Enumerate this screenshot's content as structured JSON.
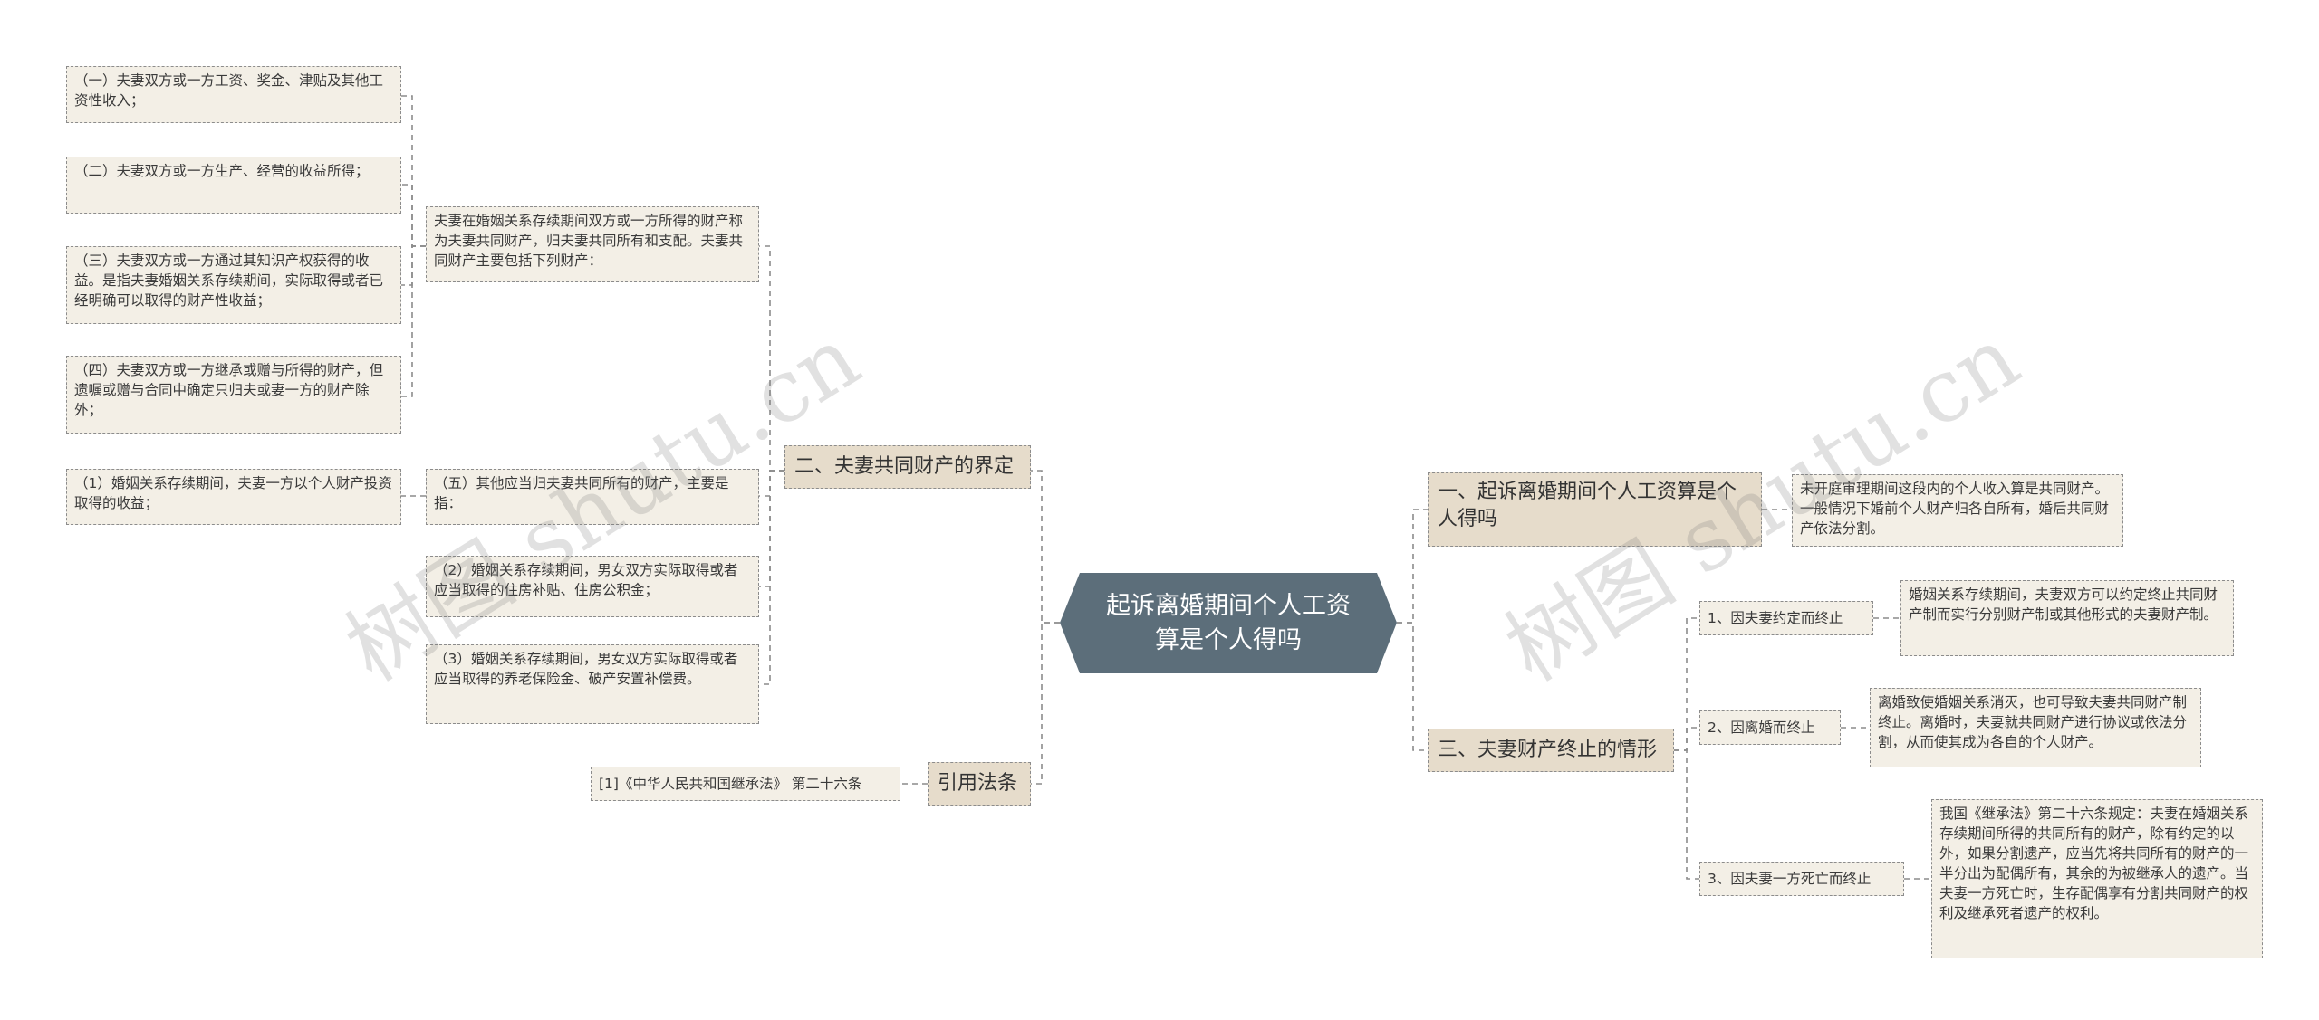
{
  "root": {
    "title": "起诉离婚期间个人工资算是个人得吗"
  },
  "watermarks": [
    "树图 shutu.cn",
    "树图 shutu.cn"
  ],
  "left": {
    "branch2": {
      "label": "二、夫妻共同财产的界定",
      "intro": "夫妻在婚姻关系存续期间双方或一方所得的财产称为夫妻共同财产，归夫妻共同所有和支配。夫妻共同财产主要包括下列财产：",
      "items": [
        "（一）夫妻双方或一方工资、奖金、津贴及其他工资性收入；",
        "（二）夫妻双方或一方生产、经营的收益所得；",
        "（三）夫妻双方或一方通过其知识产权获得的收益。是指夫妻婚姻关系存续期间，实际取得或者已经明确可以取得的财产性收益；",
        "（四）夫妻双方或一方继承或赠与所得的财产，但遗嘱或赠与合同中确定只归夫或妻一方的财产除外；"
      ],
      "item5": "（五）其他应当归夫妻共同所有的财产，主要是指：",
      "item5_sub": "（1）婚姻关系存续期间，夫妻一方以个人财产投资取得的收益；",
      "item_a": "（2）婚姻关系存续期间，男女双方实际取得或者应当取得的住房补贴、住房公积金；",
      "item_b": "（3）婚姻关系存续期间，男女双方实际取得或者应当取得的养老保险金、破产安置补偿费。"
    },
    "cite": {
      "label": "引用法条",
      "item": "[1]《中华人民共和国继承法》 第二十六条"
    }
  },
  "right": {
    "branch1": {
      "label": "一、起诉离婚期间个人工资算是个人得吗",
      "item": "未开庭审理期间这段内的个人收入算是共同财产。一般情况下婚前个人财产归各自所有，婚后共同财产依法分割。"
    },
    "branch3": {
      "label": "三、夫妻财产终止的情形",
      "subs": [
        {
          "label": "1、因夫妻约定而终止",
          "detail": "婚姻关系存续期间，夫妻双方可以约定终止共同财产制而实行分别财产制或其他形式的夫妻财产制。"
        },
        {
          "label": "2、因离婚而终止",
          "detail": "离婚致使婚姻关系消灭，也可导致夫妻共同财产制终止。离婚时，夫妻就共同财产进行协议或依法分割，从而使其成为各自的个人财产。"
        },
        {
          "label": "3、因夫妻一方死亡而终止",
          "detail": "我国《继承法》第二十六条规定：夫妻在婚姻关系存续期间所得的共同所有的财产，除有约定的以外，如果分割遗产，应当先将共同所有的财产的一半分出为配偶所有，其余的为被继承人的遗产。当夫妻一方死亡时，生存配偶享有分割共同财产的权利及继承死者遗产的权利。"
        }
      ]
    }
  }
}
